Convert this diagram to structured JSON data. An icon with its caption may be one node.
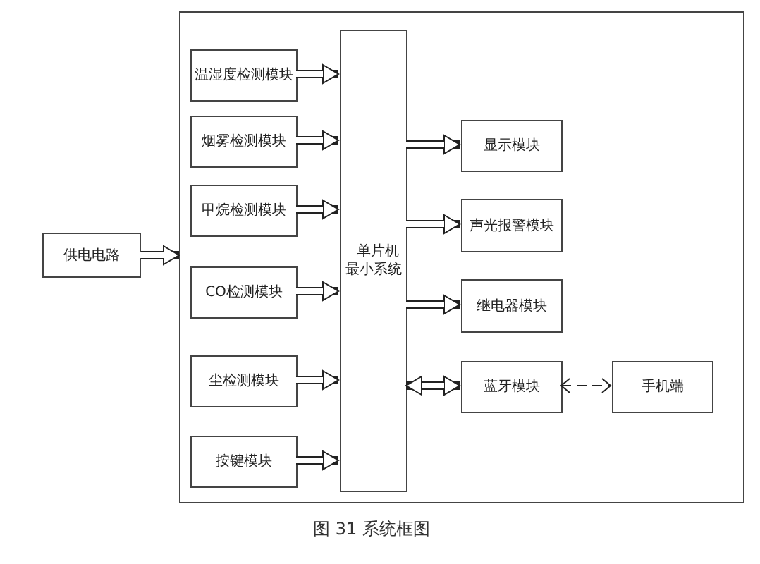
{
  "diagram": {
    "caption": "图 31 系统框图",
    "nodes": [
      {
        "text": [
          "供电电路"
        ]
      },
      {
        "text": [],
        "shape": "box"
      },
      {
        "text": [
          "温湿度检测模块"
        ],
        "in": 1
      },
      {
        "text": [
          "烟雾检测模块"
        ],
        "in": 1
      },
      {
        "text": [
          "甲烷检测模块"
        ],
        "in": 1
      },
      {
        "text": [
          "CO检测模块"
        ],
        "in": 1
      },
      {
        "text": [
          "尘检测模块"
        ],
        "in": 1
      },
      {
        "text": [
          "按键模块"
        ],
        "in": 1
      },
      {
        "text": [
          "单片机最小系统"
        ],
        "in": 1
      },
      {
        "text": [
          "显示模块"
        ],
        "in": 1
      },
      {
        "text": [
          "声光报警模块"
        ],
        "in": 1
      },
      {
        "text": [
          "继电器模块"
        ],
        "in": 1
      },
      {
        "text": [
          "蓝牙模块"
        ],
        "in": 1
      },
      {
        "text": [
          "手机端"
        ],
        "in": 1
      }
    ],
    "edges": [
      {
        "from": 0,
        "to": 1,
        "arrow": "to"
      },
      {
        "from": 2,
        "to": 8,
        "arrow": "to"
      },
      {
        "from": 3,
        "to": 8,
        "arrow": "to"
      },
      {
        "from": 4,
        "to": 8,
        "arrow": "to"
      },
      {
        "from": 5,
        "to": 8,
        "arrow": "to"
      },
      {
        "from": 6,
        "to": 8,
        "arrow": "to"
      },
      {
        "from": 7,
        "to": 8,
        "arrow": "to"
      },
      {
        "from": 8,
        "to": 9,
        "arrow": "to"
      },
      {
        "from": 8,
        "to": 10,
        "arrow": "to"
      },
      {
        "from": 8,
        "to": 11,
        "arrow": "to"
      },
      {
        "from": 8,
        "to": 12,
        "arrow": "both"
      },
      {
        "from": 12,
        "to": 13,
        "arrow": "both",
        "style": "dashed"
      }
    ]
  }
}
